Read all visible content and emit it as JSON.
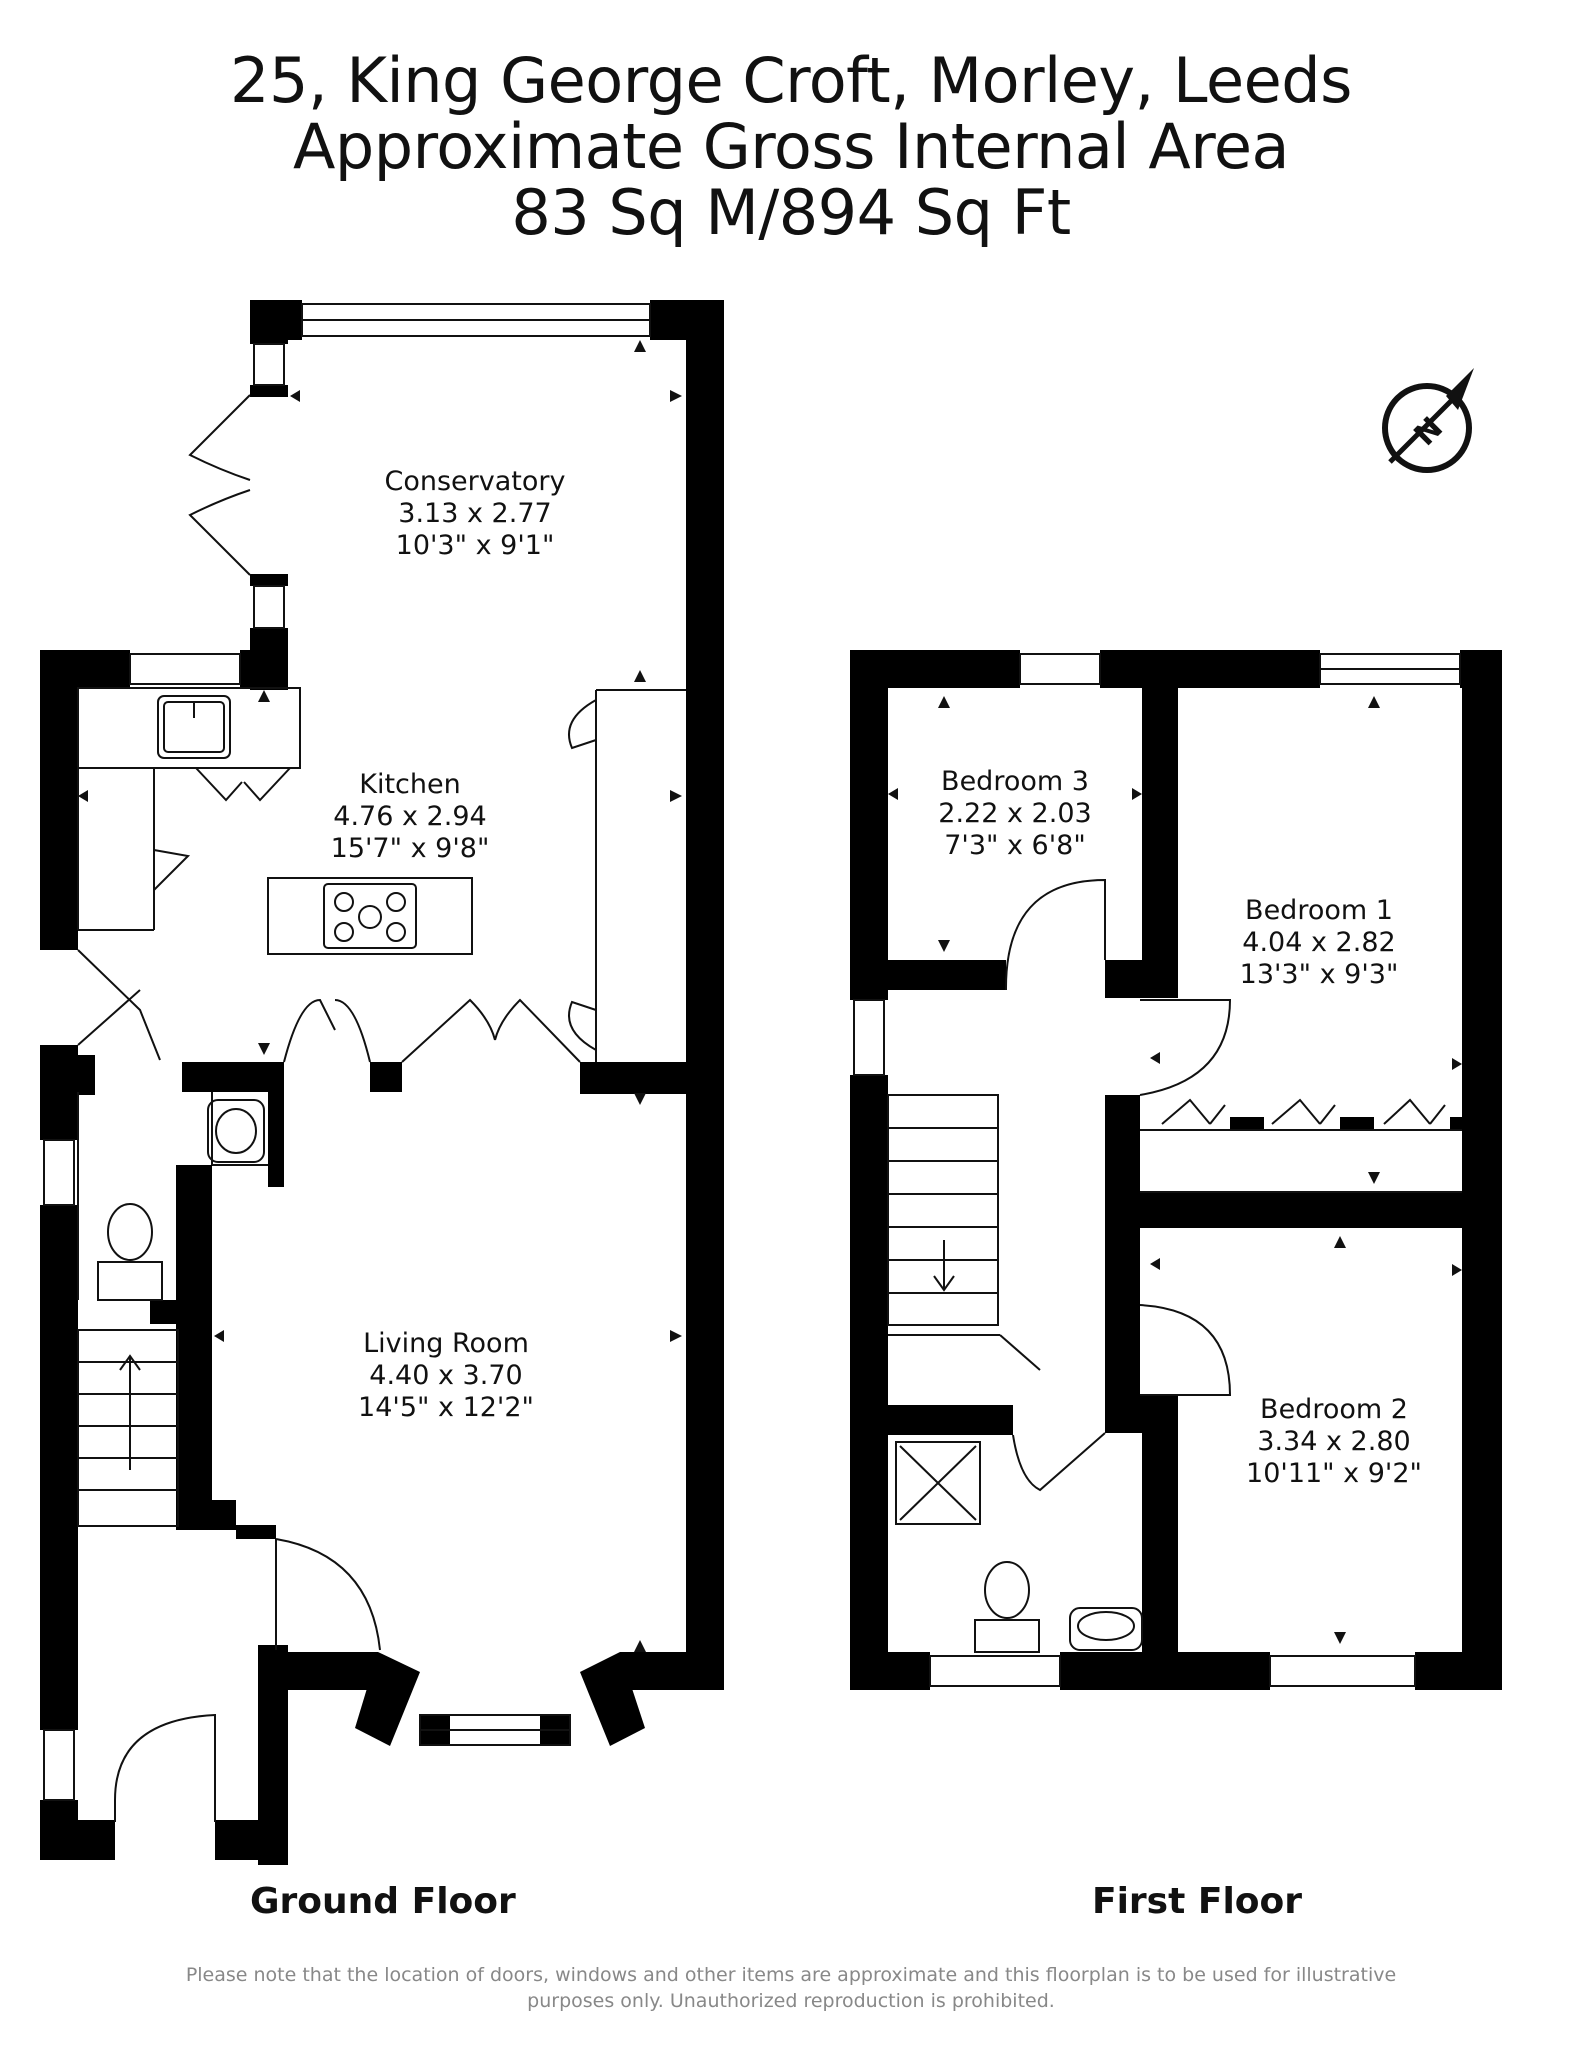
{
  "header": {
    "address": "25, King George Croft, Morley, Leeds",
    "area_caption": "Approximate Gross Internal Area",
    "area_value": "83 Sq M/894 Sq Ft"
  },
  "rooms": {
    "conservatory": {
      "name": "Conservatory",
      "metric": "3.13 x 2.77",
      "imperial": "10'3\" x 9'1\""
    },
    "kitchen": {
      "name": "Kitchen",
      "metric": "4.76 x 2.94",
      "imperial": "15'7\" x 9'8\""
    },
    "living_room": {
      "name": "Living Room",
      "metric": "4.40 x 3.70",
      "imperial": "14'5\" x 12'2\""
    },
    "bedroom3": {
      "name": "Bedroom 3",
      "metric": "2.22 x 2.03",
      "imperial": "7'3\" x 6'8\""
    },
    "bedroom1": {
      "name": "Bedroom 1",
      "metric": "4.04 x 2.82",
      "imperial": "13'3\" x 9'3\""
    },
    "bedroom2": {
      "name": "Bedroom 2",
      "metric": "3.34 x 2.80",
      "imperial": "10'11\" x 9'2\""
    }
  },
  "floors": {
    "ground": "Ground Floor",
    "first": "First Floor"
  },
  "compass": {
    "letter": "N",
    "icon": "compass-north-icon"
  },
  "footer": {
    "line1": "Please note that the location of doors, windows and other items are approximate and this floorplan is to be used for illustrative",
    "line2": "purposes only. Unauthorized reproduction is prohibited."
  },
  "colors": {
    "wall": "#000000",
    "line": "#111111",
    "disclaimer": "#888888"
  }
}
